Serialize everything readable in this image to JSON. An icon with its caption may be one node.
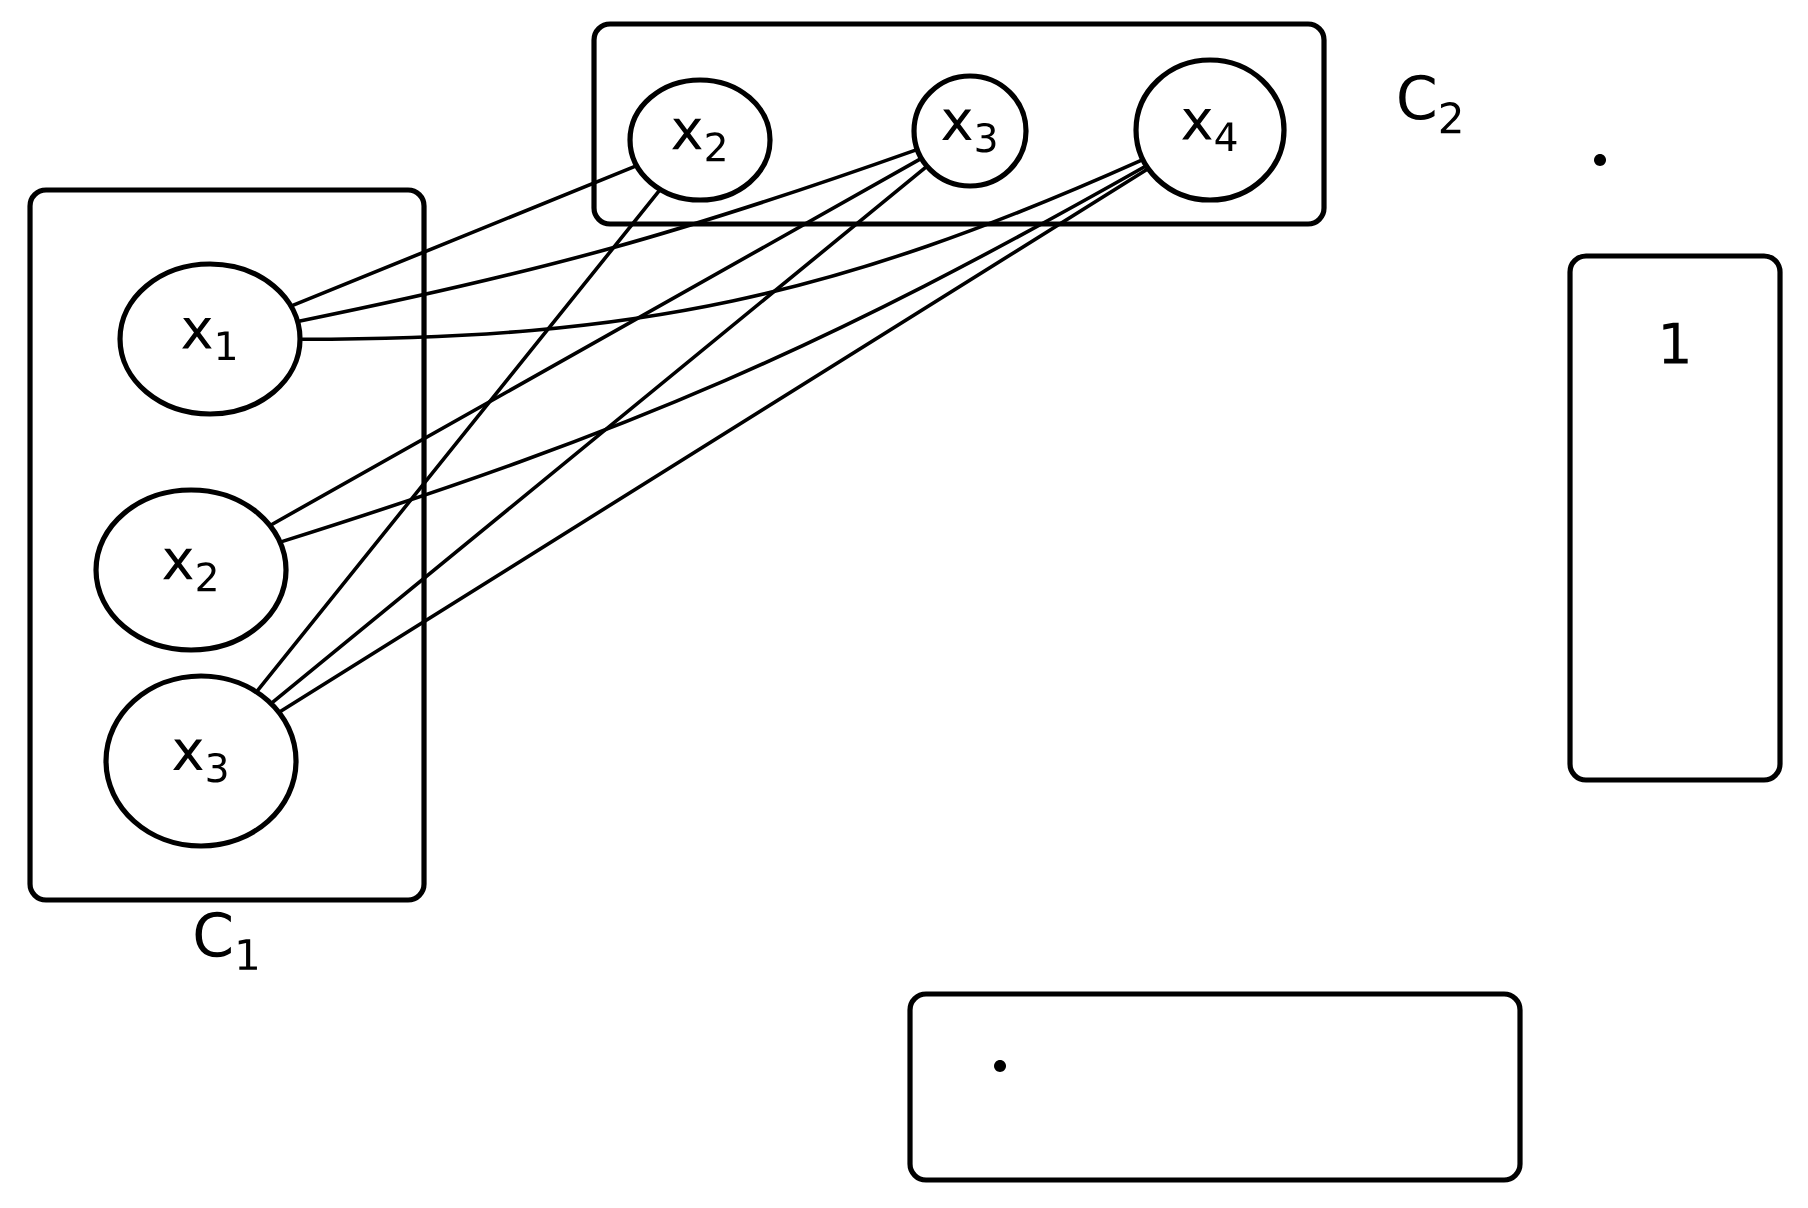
{
  "diagram": {
    "nodes": [
      {
        "text": [
          "C$_{1}$"
        ]
      },
      {
        "text": [
          "x$_{1}$"
        ],
        "in": 0
      },
      {
        "text": [
          "x$_{2}$"
        ],
        "in": 0
      },
      {
        "text": [
          "x$_{3}$"
        ],
        "in": 0
      },
      {
        "text": [
          "C$_{2}$"
        ]
      },
      {
        "text": [
          "x$_{2}$"
        ],
        "in": 4
      },
      {
        "text": [
          "x$_{3}$"
        ],
        "in": 4
      },
      {
        "text": [
          "x$_{4}$"
        ],
        "in": 4
      },
      {
        "text": [
          "1"
        ]
      },
      {
        "text": [],
        "shape": "box"
      }
    ],
    "edges": [
      {
        "from": 1,
        "to": 5,
        "arrow": "none"
      },
      {
        "from": 1,
        "to": 6,
        "arrow": "none"
      },
      {
        "from": 1,
        "to": 7,
        "arrow": "none"
      },
      {
        "from": 2,
        "to": 6,
        "arrow": "none"
      },
      {
        "from": 2,
        "to": 7,
        "arrow": "none"
      },
      {
        "from": 3,
        "to": 5,
        "arrow": "none"
      },
      {
        "from": 3,
        "to": 6,
        "arrow": "none"
      },
      {
        "from": 3,
        "to": 7,
        "arrow": "none"
      }
    ]
  }
}
